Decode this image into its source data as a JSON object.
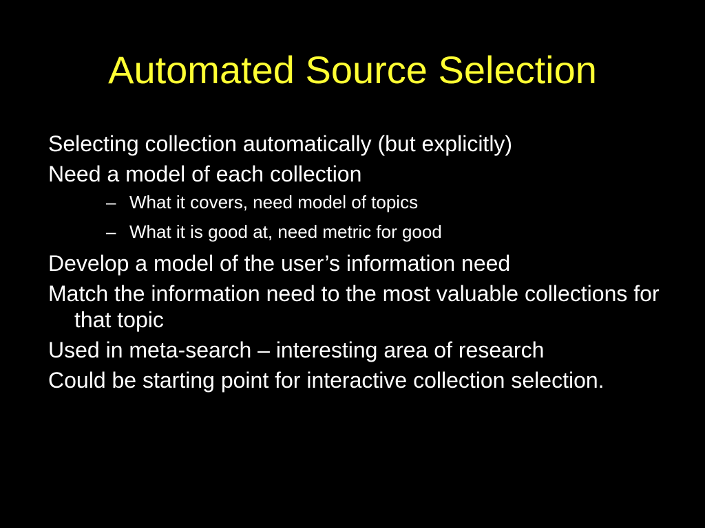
{
  "slide": {
    "title": "Automated Source Selection",
    "bullets": [
      {
        "level": 1,
        "text": "Selecting collection automatically (but explicitly)"
      },
      {
        "level": 1,
        "text": "Need a model of each collection"
      },
      {
        "level": 2,
        "marker": "–",
        "text": "What it covers, need model of topics"
      },
      {
        "level": 2,
        "marker": "–",
        "text": "What it is good at, need metric for good"
      },
      {
        "level": 1,
        "text": "Develop a model of the user’s information need"
      },
      {
        "level": 1,
        "text": "Match the information need to the most valuable collections for that topic"
      },
      {
        "level": 1,
        "text": "Used in meta-search – interesting area of research"
      },
      {
        "level": 1,
        "text": "Could be starting point for interactive collection selection."
      }
    ]
  },
  "colors": {
    "background": "#000000",
    "title": "#ffff33",
    "body_text": "#ffffff"
  }
}
